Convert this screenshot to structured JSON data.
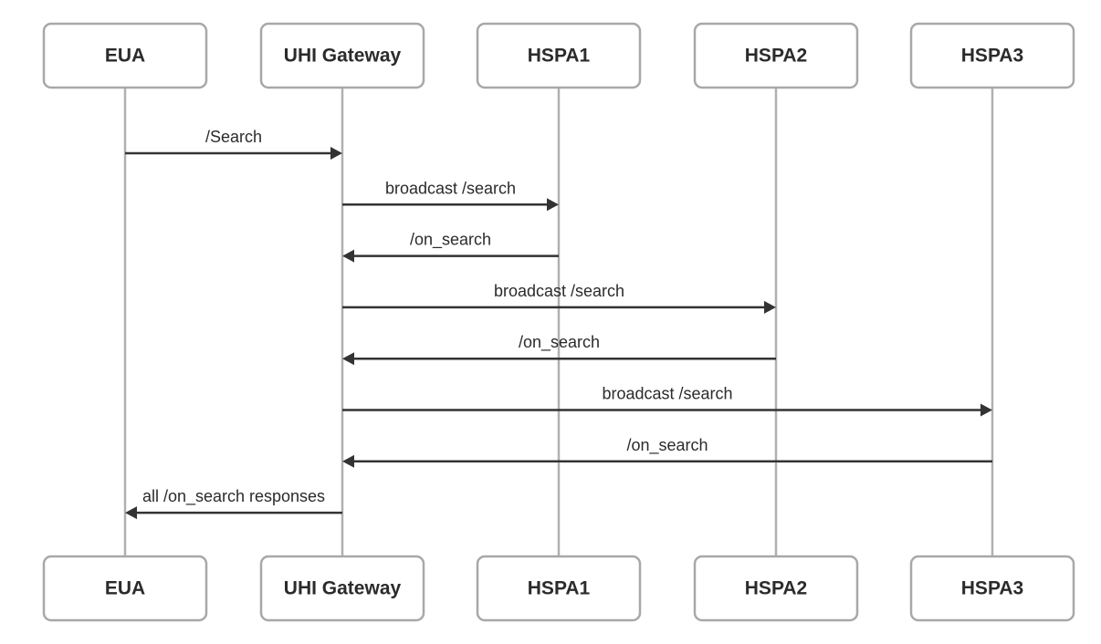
{
  "participants": [
    {
      "id": "eua",
      "label": "EUA"
    },
    {
      "id": "gateway",
      "label": "UHI Gateway"
    },
    {
      "id": "hspa1",
      "label": "HSPA1"
    },
    {
      "id": "hspa2",
      "label": "HSPA2"
    },
    {
      "id": "hspa3",
      "label": "HSPA3"
    }
  ],
  "messages": [
    {
      "from": "eua",
      "to": "gateway",
      "label": "/Search"
    },
    {
      "from": "gateway",
      "to": "hspa1",
      "label": "broadcast /search"
    },
    {
      "from": "hspa1",
      "to": "gateway",
      "label": "/on_search"
    },
    {
      "from": "gateway",
      "to": "hspa2",
      "label": "broadcast /search"
    },
    {
      "from": "hspa2",
      "to": "gateway",
      "label": "/on_search"
    },
    {
      "from": "gateway",
      "to": "hspa3",
      "label": "broadcast /search"
    },
    {
      "from": "hspa3",
      "to": "gateway",
      "label": "/on_search"
    },
    {
      "from": "gateway",
      "to": "eua",
      "label": "all /on_search responses"
    }
  ],
  "colors": {
    "box_border": "#a8a8a8",
    "lifeline": "#b0b0b0",
    "arrow": "#333333",
    "text": "#2b2b2b"
  }
}
